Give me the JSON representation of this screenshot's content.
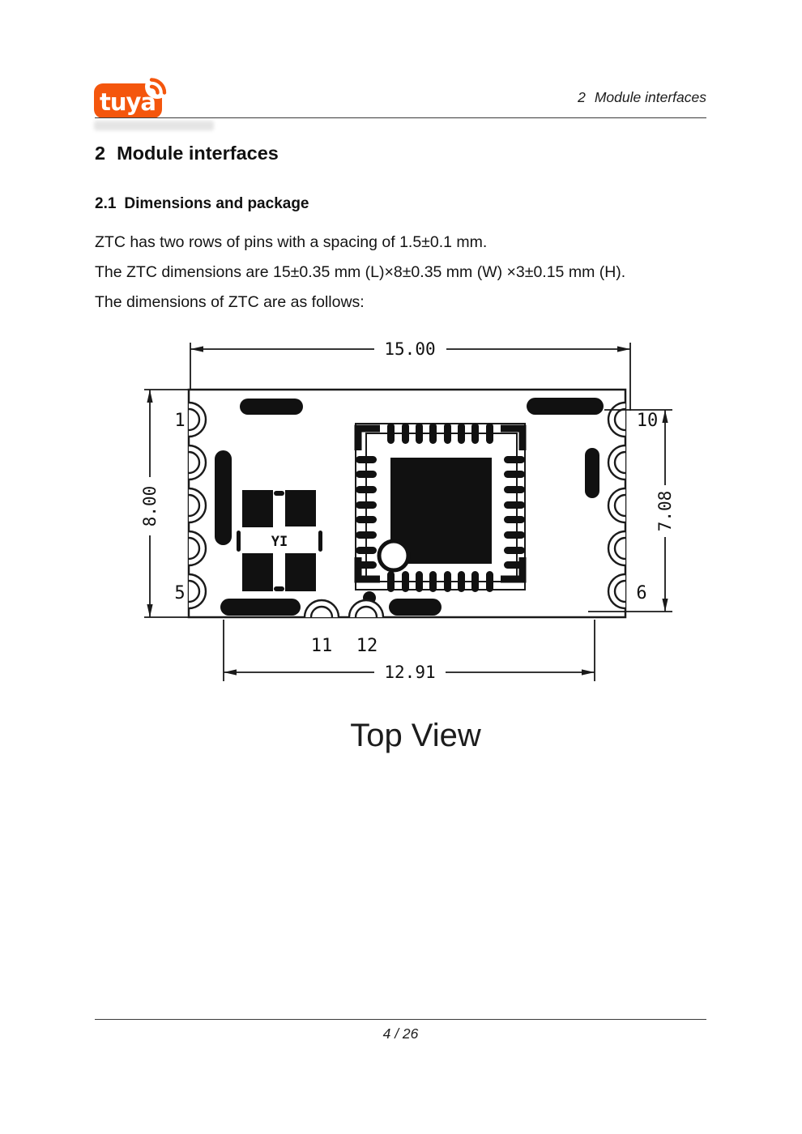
{
  "header": {
    "logo_text": "tuya",
    "section_number": "2",
    "section_title": "Module interfaces"
  },
  "heading": {
    "number": "2",
    "title": "Module interfaces"
  },
  "subheading": {
    "number": "2.1",
    "title": "Dimensions and package"
  },
  "paragraphs": [
    "ZTC has two rows of pins with a spacing of 1.5±0.1 mm.",
    "The ZTC dimensions are 15±0.35 mm (L)×8±0.35 mm (W) ×3±0.15 mm (H).",
    "The dimensions of ZTC are as follows:"
  ],
  "figure": {
    "caption": "Top View",
    "dim_width_top": "15.00",
    "dim_height_left": "8.00",
    "dim_height_right": "7.08",
    "dim_width_bottom": "12.91",
    "pins": {
      "p1": "1",
      "p5": "5",
      "p6": "6",
      "p10": "10",
      "p11": "11",
      "p12": "12"
    },
    "component_label": "YI"
  },
  "footer": {
    "page_number": "4 / 26"
  },
  "colors": {
    "brand_orange": "#F4560D",
    "ink": "#111111"
  }
}
